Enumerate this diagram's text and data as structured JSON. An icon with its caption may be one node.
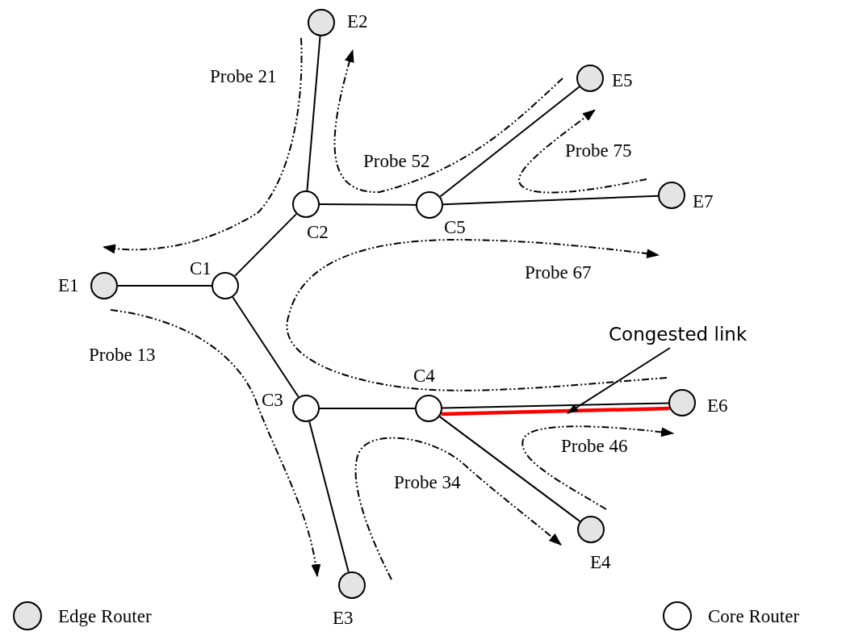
{
  "diagram": {
    "nodes": [
      {
        "text": [],
        "shape": "circle",
        "beside": [
          "E1"
        ]
      },
      {
        "text": [],
        "shape": "circle",
        "beside": [
          "E2"
        ]
      },
      {
        "text": [],
        "shape": "circle",
        "beside": [
          "E3"
        ]
      },
      {
        "text": [],
        "shape": "circle",
        "beside": [
          "E4"
        ]
      },
      {
        "text": [],
        "shape": "circle",
        "beside": [
          "E5"
        ]
      },
      {
        "text": [],
        "shape": "circle",
        "beside": [
          "E6"
        ]
      },
      {
        "text": [],
        "shape": "circle",
        "beside": [
          "E7"
        ]
      },
      {
        "text": [],
        "shape": "circle",
        "beside": [
          "C1"
        ]
      },
      {
        "text": [],
        "shape": "circle",
        "beside": [
          "C2"
        ]
      },
      {
        "text": [],
        "shape": "circle",
        "beside": [
          "C3"
        ]
      },
      {
        "text": [],
        "shape": "circle",
        "beside": [
          "C4"
        ]
      },
      {
        "text": [],
        "shape": "circle",
        "beside": [
          "C5"
        ]
      },
      {
        "text": [
          "Congested link"
        ]
      }
    ],
    "edges": [
      {
        "from": 0,
        "to": 7,
        "arrow": "none"
      },
      {
        "from": 7,
        "to": 8,
        "arrow": "none"
      },
      {
        "from": 7,
        "to": 9,
        "arrow": "none"
      },
      {
        "from": 8,
        "to": 1,
        "arrow": "none"
      },
      {
        "from": 8,
        "to": 11,
        "arrow": "none"
      },
      {
        "from": 11,
        "to": 4,
        "arrow": "none"
      },
      {
        "from": 11,
        "to": 6,
        "arrow": "none"
      },
      {
        "from": 9,
        "to": 10,
        "arrow": "none"
      },
      {
        "from": 9,
        "to": 2,
        "arrow": "none"
      },
      {
        "from": 10,
        "to": 3,
        "arrow": "none"
      },
      {
        "from": 10,
        "to": 5,
        "arrow": "none"
      },
      {
        "from": 10,
        "to": 5,
        "arrow": "none",
        "style": "thick",
        "color": "#ff0000"
      },
      {
        "from": 12,
        "to": null,
        "arrow": "to"
      }
    ],
    "labels": [
      "Probe 21",
      "Probe 52",
      "Probe 75",
      "Probe 67",
      "Probe 13",
      "Probe 34",
      "Probe 46"
    ],
    "legend": [
      {
        "text": "Edge Router"
      },
      {
        "text": "Core Router"
      }
    ]
  }
}
